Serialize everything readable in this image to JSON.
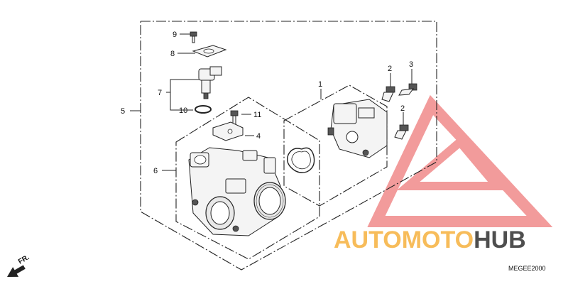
{
  "callouts": {
    "c1": "1",
    "c2a": "2",
    "c2b": "2",
    "c3": "3",
    "c4": "4",
    "c5": "5",
    "c6": "6",
    "c7": "7",
    "c8": "8",
    "c9": "9",
    "c10": "10",
    "c11": "11"
  },
  "front_indicator": "FR.",
  "diagram_code": "MEGEE2000",
  "watermark": {
    "text_part1": "AUTOMOTO",
    "text_part2": "HUB",
    "color_part1": "#f5a623",
    "color_part2": "#222222",
    "logo_color": "#e94b4b"
  }
}
